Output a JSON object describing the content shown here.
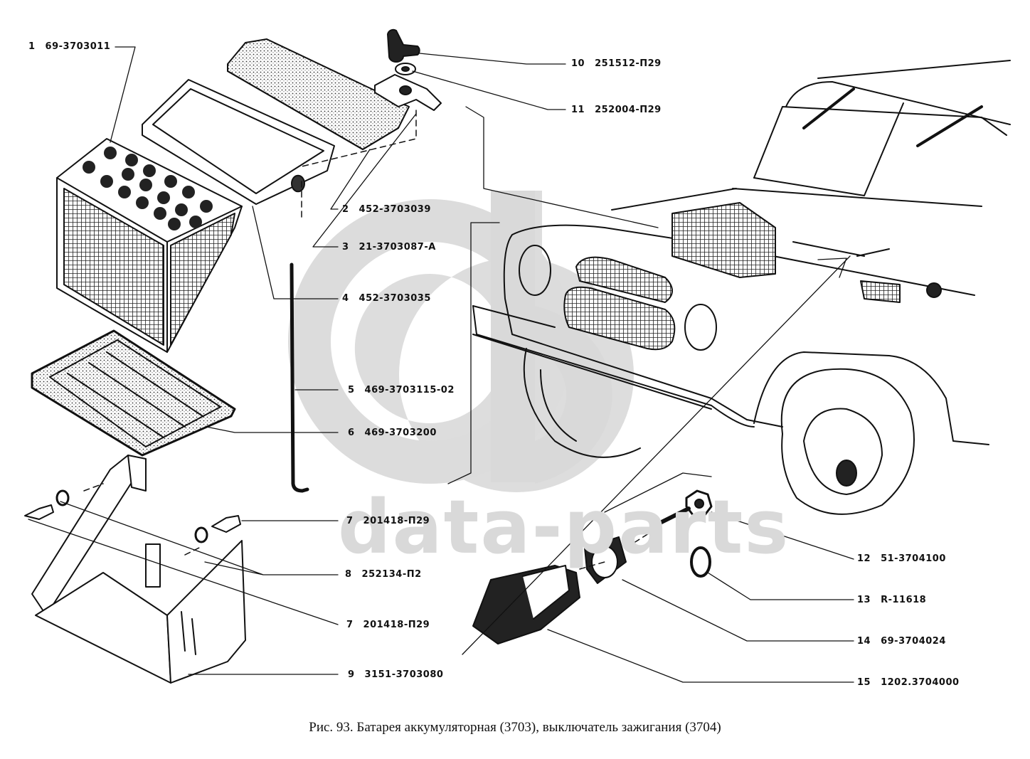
{
  "figure": {
    "caption": "Рис. 93. Батарея аккумуляторная (3703), выключатель зажигания (3704)",
    "watermark_text": "data-parts",
    "watermark_logo": "dp-logo-icon",
    "watermark_color": "#d9d9d9",
    "line_color": "#111111"
  },
  "callouts": [
    {
      "num": "1",
      "part": "69-3703011"
    },
    {
      "num": "2",
      "part": "452-3703039"
    },
    {
      "num": "3",
      "part": "21-3703087-A"
    },
    {
      "num": "4",
      "part": "452-3703035"
    },
    {
      "num": "5",
      "part": "469-3703115-02"
    },
    {
      "num": "6",
      "part": "469-3703200"
    },
    {
      "num": "7",
      "part": "201418-П29"
    },
    {
      "num": "8",
      "part": "252134-П2"
    },
    {
      "num": "7",
      "part": "201418-П29"
    },
    {
      "num": "9",
      "part": "3151-3703080"
    },
    {
      "num": "10",
      "part": "251512-П29"
    },
    {
      "num": "11",
      "part": "252004-П29"
    },
    {
      "num": "12",
      "part": "51-3704100"
    },
    {
      "num": "13",
      "R-11618": null,
      "part": "R-11618"
    },
    {
      "num": "14",
      "part": "69-3704024"
    },
    {
      "num": "15",
      "part": "1202.3704000"
    }
  ],
  "parts_drawn": [
    "battery",
    "battery-gasket-frame",
    "battery-cover",
    "wing-nut",
    "washer",
    "clamp-bracket",
    "hold-down-rod",
    "battery-tray",
    "bolt",
    "spring-washer",
    "battery-box-bracket",
    "vehicle-front",
    "ignition-key",
    "rubber-ring",
    "retaining-nut",
    "ignition-switch"
  ]
}
